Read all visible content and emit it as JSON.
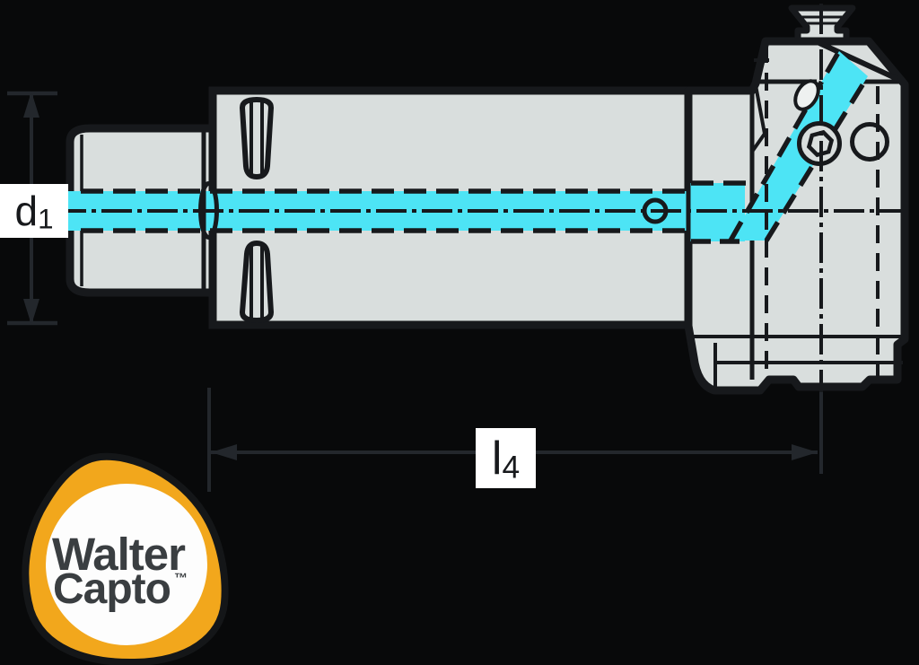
{
  "drawing": {
    "dimension_labels": {
      "d1": {
        "base": "d",
        "sub": "1"
      },
      "l4": {
        "base": "l",
        "sub": "4"
      }
    }
  },
  "logo": {
    "line1": "Walter",
    "line2": "Capto",
    "trademark": "™"
  },
  "colors": {
    "background": "#08090a",
    "drawing_line": "#17191c",
    "body_fill": "#d9dedd",
    "coolant_cyan": "#4de4f5",
    "dimension_line": "#23272c",
    "label_background": "#ffffff",
    "logo_orange": "#f2a71c",
    "logo_text": "#3a3e41"
  }
}
